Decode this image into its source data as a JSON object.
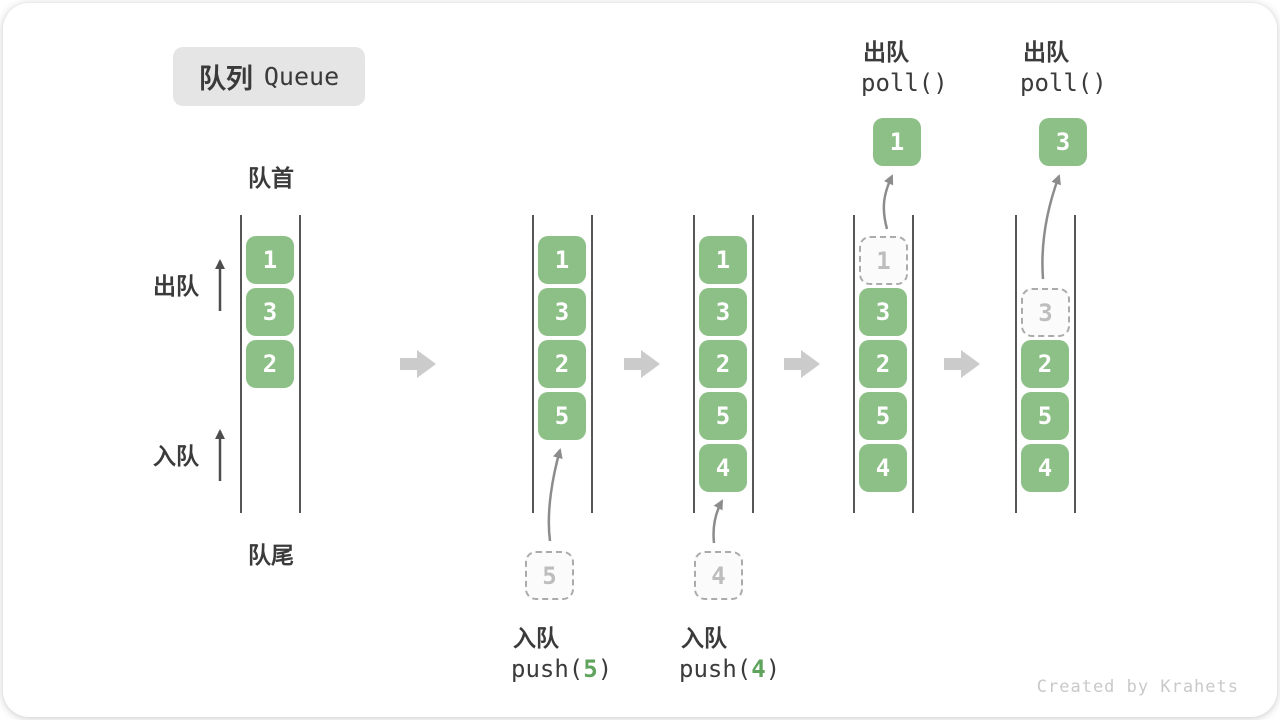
{
  "title": {
    "zh": "队列",
    "en": "Queue"
  },
  "labels": {
    "front": "队首",
    "rear": "队尾",
    "dequeue_side": "出队",
    "enqueue_side": "入队"
  },
  "queues": [
    {
      "boxes": [
        "1",
        "3",
        "2"
      ]
    },
    {
      "boxes": [
        "1",
        "3",
        "2",
        "5"
      ],
      "incoming": "5",
      "op": {
        "zh": "入队",
        "pre": "push(",
        "arg": "5",
        "suf": ")"
      }
    },
    {
      "boxes": [
        "1",
        "3",
        "2",
        "5",
        "4"
      ],
      "incoming": "4",
      "op": {
        "zh": "入队",
        "pre": "push(",
        "arg": "4",
        "suf": ")"
      }
    },
    {
      "removed": "1",
      "boxes": [
        "3",
        "2",
        "5",
        "4"
      ],
      "popped": "1",
      "op": {
        "zh": "出队",
        "call": "poll()"
      }
    },
    {
      "removed": "3",
      "boxes": [
        "2",
        "5",
        "4"
      ],
      "popped": "3",
      "op": {
        "zh": "出队",
        "call": "poll()"
      }
    }
  ],
  "watermark": "Created by Krahets",
  "colors": {
    "box_green": "#8dc087",
    "arg_green": "#5fa35c",
    "dashed_border": "#ababab",
    "dashed_text": "#bdbdbd",
    "text_dark": "#3b3b3b",
    "wall_gray": "#575757",
    "transition_arrow": "#cbcbcb",
    "curve_arrow": "#8c8c8c",
    "badge_bg": "#e5e5e5",
    "watermark_gray": "#c9c9c9"
  }
}
